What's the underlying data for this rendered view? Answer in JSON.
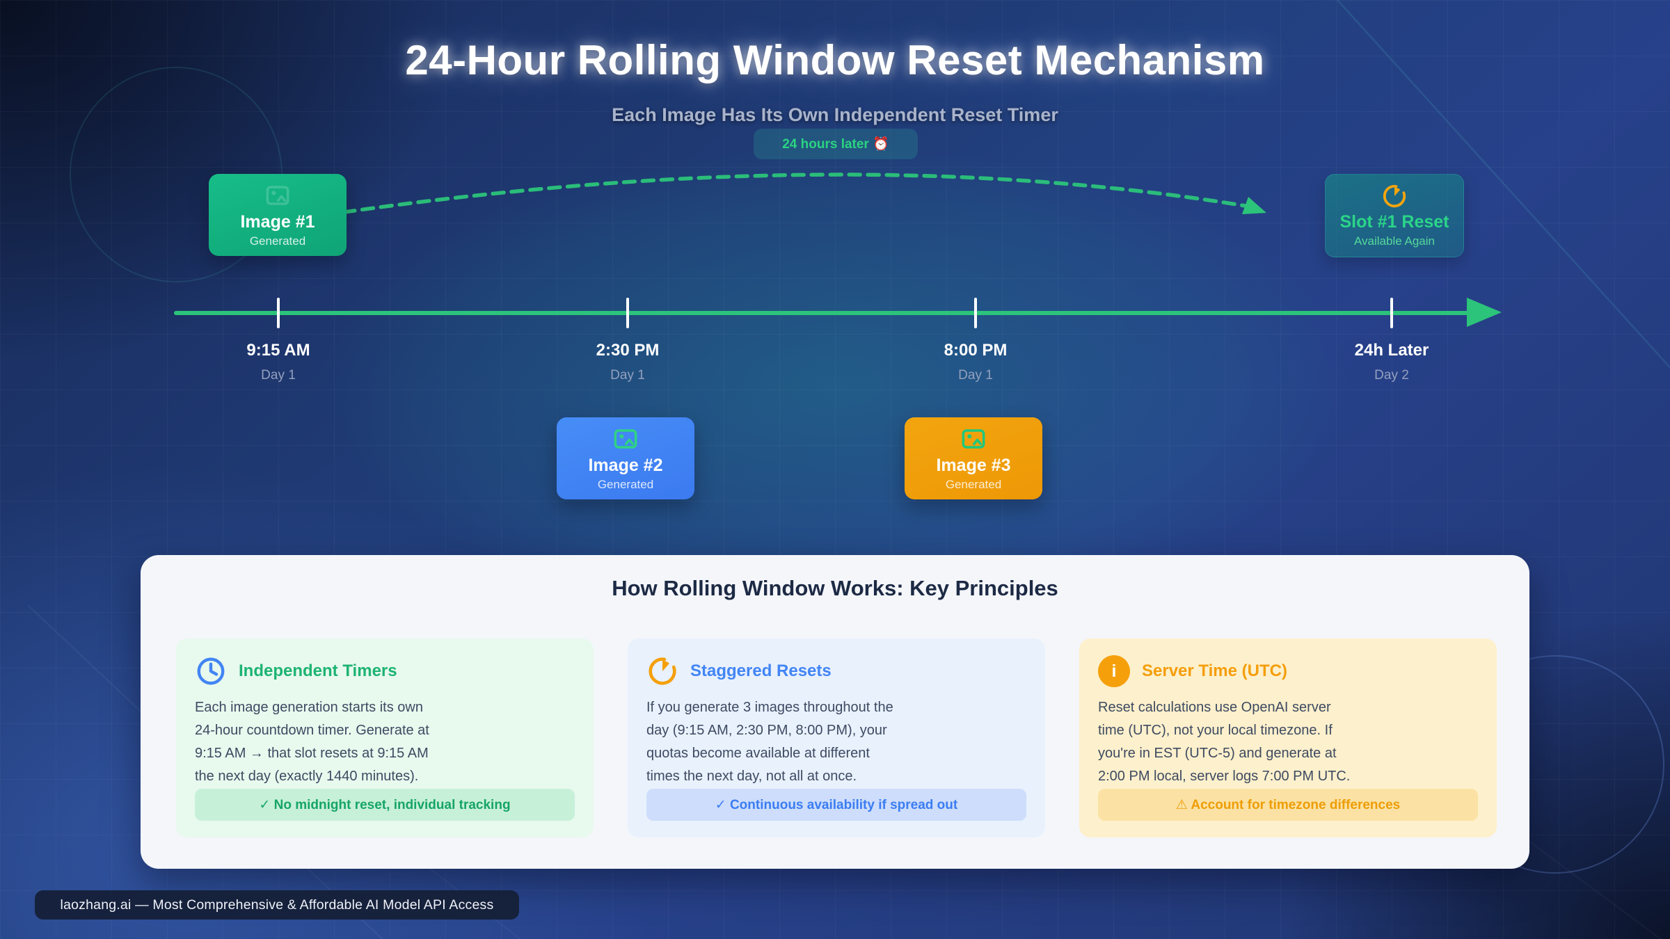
{
  "header": {
    "title": "24-Hour Rolling Window Reset Mechanism",
    "subtitle": "Each Image Has Its Own Independent Reset Timer",
    "arc_badge": "24 hours later ⏰"
  },
  "flow": {
    "image1": {
      "title": "Image #1",
      "status": "Generated"
    },
    "image2": {
      "title": "Image #2",
      "status": "Generated"
    },
    "image3": {
      "title": "Image #3",
      "status": "Generated"
    },
    "slot_reset": {
      "title": "Slot #1 Reset",
      "status": "Available Again"
    }
  },
  "timeline": {
    "events": [
      {
        "time": "9:15 AM",
        "day": "Day 1"
      },
      {
        "time": "2:30 PM",
        "day": "Day 1"
      },
      {
        "time": "8:00 PM",
        "day": "Day 1"
      },
      {
        "time": "24h Later",
        "day": "Day 2"
      }
    ]
  },
  "principles": {
    "heading": "How Rolling Window Works: Key Principles",
    "cards": [
      {
        "icon": "clock-icon",
        "title": "Independent Timers",
        "body": "Each image generation starts its own\n24-hour countdown timer. Generate at\n9:15 AM → that slot resets at 9:15 AM\nthe next day (exactly 1440 minutes).",
        "badge": "✓ No midnight reset, individual tracking"
      },
      {
        "icon": "timer-icon",
        "title": "Staggered Resets",
        "body": "If you generate 3 images throughout the\nday (9:15 AM, 2:30 PM, 8:00 PM), your\nquotas become available at different\ntimes the next day, not all at once.",
        "badge": "✓ Continuous availability if spread out"
      },
      {
        "icon": "info-icon",
        "title": "Server Time (UTC)",
        "glyph": "i",
        "body": "Reset calculations use OpenAI server\ntime (UTC), not your local timezone. If\nyou're in EST (UTC-5) and generate at\n2:00 PM local, server logs 7:00 PM UTC.",
        "badge": "⚠ Account for timezone differences"
      }
    ]
  },
  "footer": {
    "text": "laozhang.ai — Most Comprehensive & Affordable AI Model API Access"
  },
  "colors": {
    "accent_green": "#2cc47a",
    "accent_blue": "#4186f5",
    "accent_orange": "#f5a00b",
    "node_green_bg": "#14b582",
    "node_blue_bg": "#4186f5",
    "node_amber_bg": "#f0a00d",
    "panel_bg": "#f4f6fa"
  }
}
